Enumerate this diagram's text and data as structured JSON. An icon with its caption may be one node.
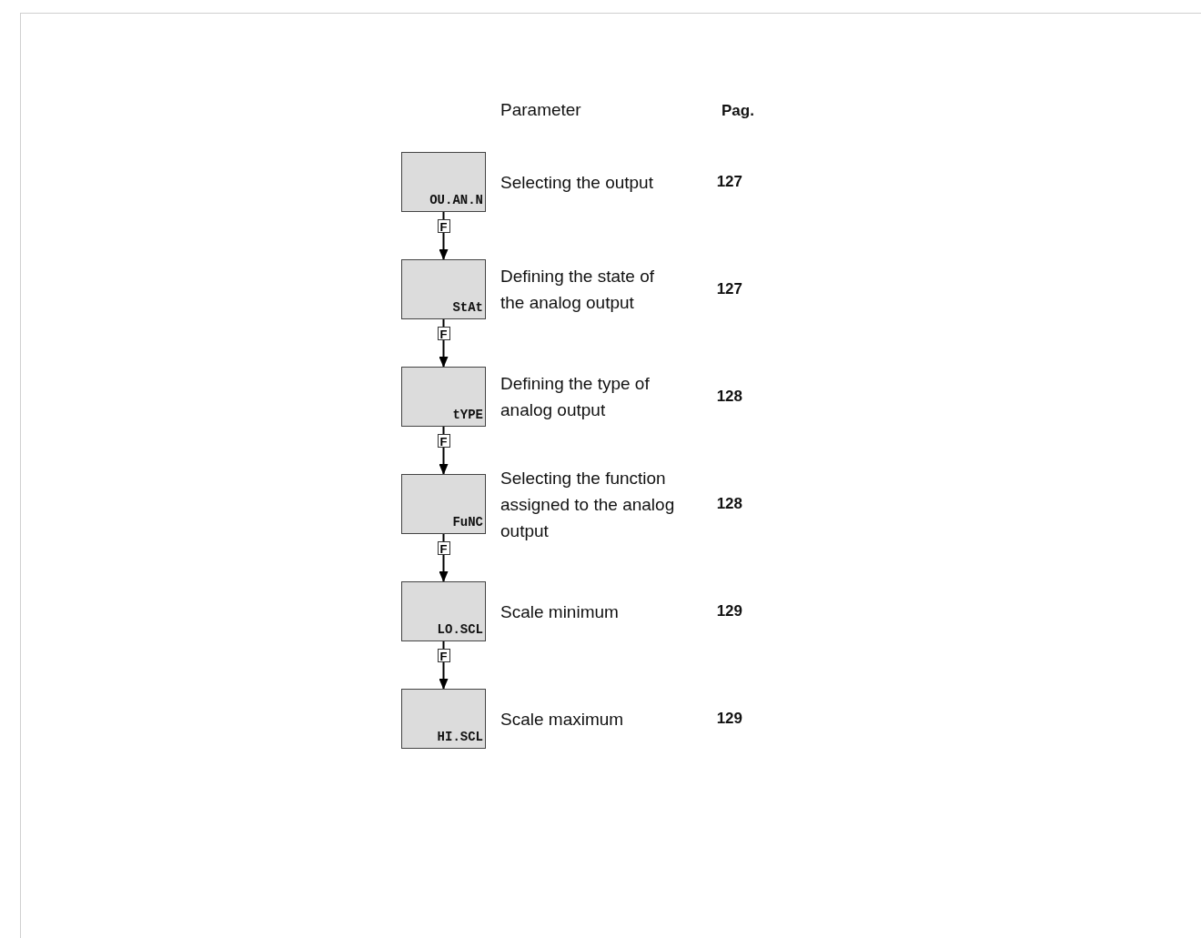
{
  "diagram": {
    "nodes": [
      {
        "text": [
          "OU.AN.N"
        ],
        "beside": [
          "Selecting the output"
        ]
      },
      {
        "text": [
          "StAt"
        ],
        "beside": [
          "Defining the state of the analog output"
        ]
      },
      {
        "text": [
          "tYPE"
        ],
        "beside": [
          "Defining the type of analog output"
        ]
      },
      {
        "text": [
          "FuNC"
        ],
        "beside": [
          "Selecting the function assigned to the analog output"
        ]
      },
      {
        "text": [
          "LO.SCL"
        ],
        "beside": [
          "Scale minimum"
        ]
      },
      {
        "text": [
          "HI.SCL"
        ],
        "beside": [
          "Scale maximum"
        ]
      }
    ],
    "edges": [
      {
        "from": 0,
        "to": 1,
        "arrow": "to",
        "label": "F"
      },
      {
        "from": 1,
        "to": 2,
        "arrow": "to",
        "label": "F"
      },
      {
        "from": 2,
        "to": 3,
        "arrow": "to",
        "label": "F"
      },
      {
        "from": 3,
        "to": 4,
        "arrow": "to",
        "label": "F"
      },
      {
        "from": 4,
        "to": 5,
        "arrow": "to",
        "label": "F"
      }
    ],
    "labels": [
      "Parameter",
      "Pag.",
      "127",
      "127",
      "128",
      "128",
      "129",
      "129"
    ]
  }
}
